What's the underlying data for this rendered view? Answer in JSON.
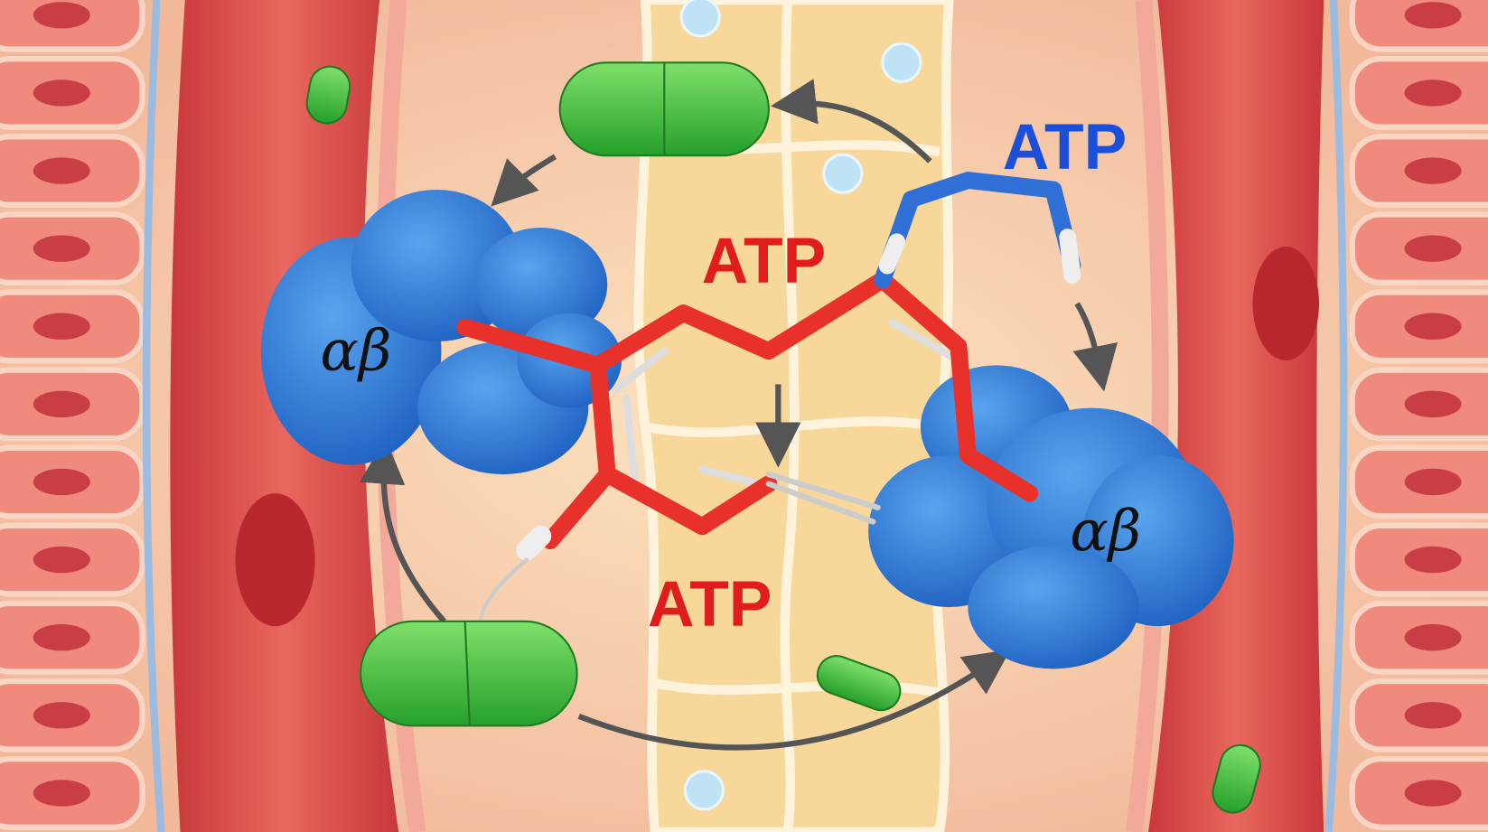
{
  "labels": {
    "atp_top_center": "ATP",
    "atp_bottom": "ATP",
    "atp_top_right": "ATP",
    "complex_left": "αβ",
    "complex_right": "αβ"
  },
  "colors": {
    "background": "#f4c6a8",
    "tissue_cell": "#f08a7c",
    "muscle_band": "#d9534f",
    "central_cells": "#f8dca0",
    "molecule_red": "#e8312a",
    "protein_blue": "#2f7fd6",
    "capsule_green": "#3fbf3a",
    "label_red": "#e01c1c",
    "label_blue": "#1c4fd8",
    "arrow": "#555555"
  }
}
